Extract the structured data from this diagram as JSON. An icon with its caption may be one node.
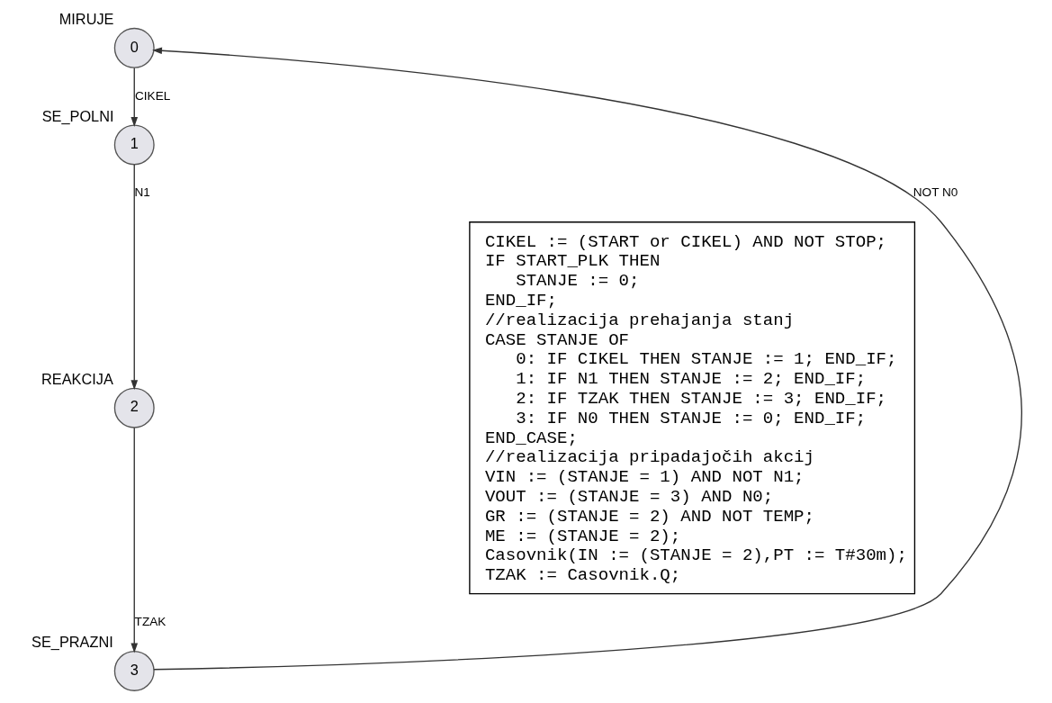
{
  "diagram": {
    "nodes": [
      {
        "text": [
          "0"
        ],
        "beside": [
          "MIRUJE"
        ]
      },
      {
        "text": [
          "1"
        ],
        "beside": [
          "SE_POLNI"
        ]
      },
      {
        "text": [
          "2"
        ],
        "beside": [
          "REAKCIJA"
        ]
      },
      {
        "text": [
          "3"
        ],
        "beside": [
          "SE_PRAZNI"
        ]
      }
    ],
    "edges": [
      {
        "from": 0,
        "to": 1,
        "arrow": "to",
        "label": "CIKEL"
      },
      {
        "from": 1,
        "to": 2,
        "arrow": "to",
        "label": "N1"
      },
      {
        "from": 2,
        "to": 3,
        "arrow": "to",
        "label": "TZAK"
      },
      {
        "from": 3,
        "to": 0,
        "arrow": "to",
        "label": "NOT N0"
      }
    ],
    "labels": [
      "CIKEL := (START or CIKEL) AND NOT STOP;",
      "IF START_PLK THEN",
      "   STANJE := 0;",
      "END_IF;",
      "//realizacija prehajanja stanj",
      "CASE STANJE OF",
      "   0: IF CIKEL THEN STANJE := 1; END_IF;",
      "   1: IF N1 THEN STANJE := 2; END_IF;",
      "   2: IF TZAK THEN STANJE := 3; END_IF;",
      "   3: IF N0 THEN STANJE := 0; END_IF;",
      "END_CASE;",
      "//realizacija pripadajočih akcij",
      "VIN := (STANJE = 1) AND NOT N1;",
      "VOUT := (STANJE = 3) AND N0;",
      "GR := (STANJE = 2) AND NOT TEMP;",
      "ME := (STANJE = 2);",
      "Casovnik(IN := (STANJE = 2),PT := T#30m);",
      "TZAK := Casovnik.Q;"
    ]
  }
}
